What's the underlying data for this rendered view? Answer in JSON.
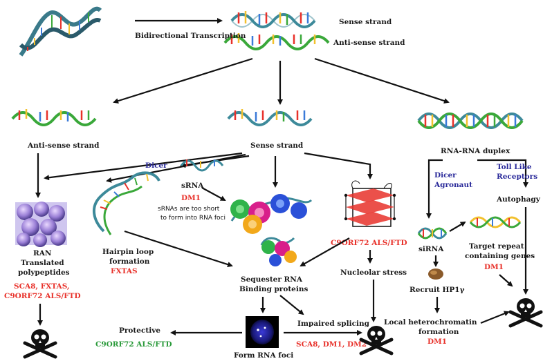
{
  "labels": {
    "bidirectional": "Bidirectional Transcription",
    "sense_strand_top": "Sense strand",
    "antisense_strand_top": "Anti-sense strand",
    "antisense_strand_left": "Anti-sense strand",
    "sense_strand_center": "Sense strand",
    "rna_duplex": "RNA-RNA duplex",
    "dicer": "Dicer",
    "srna": "sRNA",
    "srna_note_1": "sRNAs are too short",
    "srna_note_2": "to form into RNA foci",
    "ran_1": "RAN",
    "ran_2": "Translated",
    "ran_3": "polypeptides",
    "hairpin_1": "Hairpin loop",
    "hairpin_2": "formation",
    "sequester_1": "Sequester RNA",
    "sequester_2": "Binding proteins",
    "nucleolar": "Nucleolar stress",
    "dicer_agronaut_1": "Dicer",
    "dicer_agronaut_2": "Agronaut",
    "toll_1": "Toll Like",
    "toll_2": "Receptors",
    "autophagy": "Autophagy",
    "sirna": "siRNA",
    "target_1": "Target repeat",
    "target_2": "containing genes",
    "recruit": "Recruit HP1γ",
    "local_1": "Local heterochromatin",
    "local_2": "formation",
    "protective": "Protective",
    "impaired": "Impaired splicing",
    "foci": "Form RNA foci"
  },
  "diseases": {
    "ran_1": "SCA8, FXTAS,",
    "ran_2": "C9ORF72 ALS/FTD",
    "hairpin": "FXTAS",
    "srna": "DM1",
    "c9": "C9ORF72 ALS/FTD",
    "target": "DM1",
    "local": "DM1",
    "protective": "C9ORF72 ALS/FTD",
    "impaired": "SCA8, DM1, DM2"
  },
  "colors": {
    "disease_red": "#e8312a",
    "protective_green": "#2a9a3a",
    "enzyme_blue": "#2a2a9a",
    "strand_teal": "#3d8a9a",
    "strand_green": "#3aa83a"
  },
  "icons": [
    "dna-helix-icon",
    "skull-crossbones-icon",
    "protein-cluster-icon",
    "g-quadruplex-icon",
    "cell-nucleus-icon"
  ]
}
